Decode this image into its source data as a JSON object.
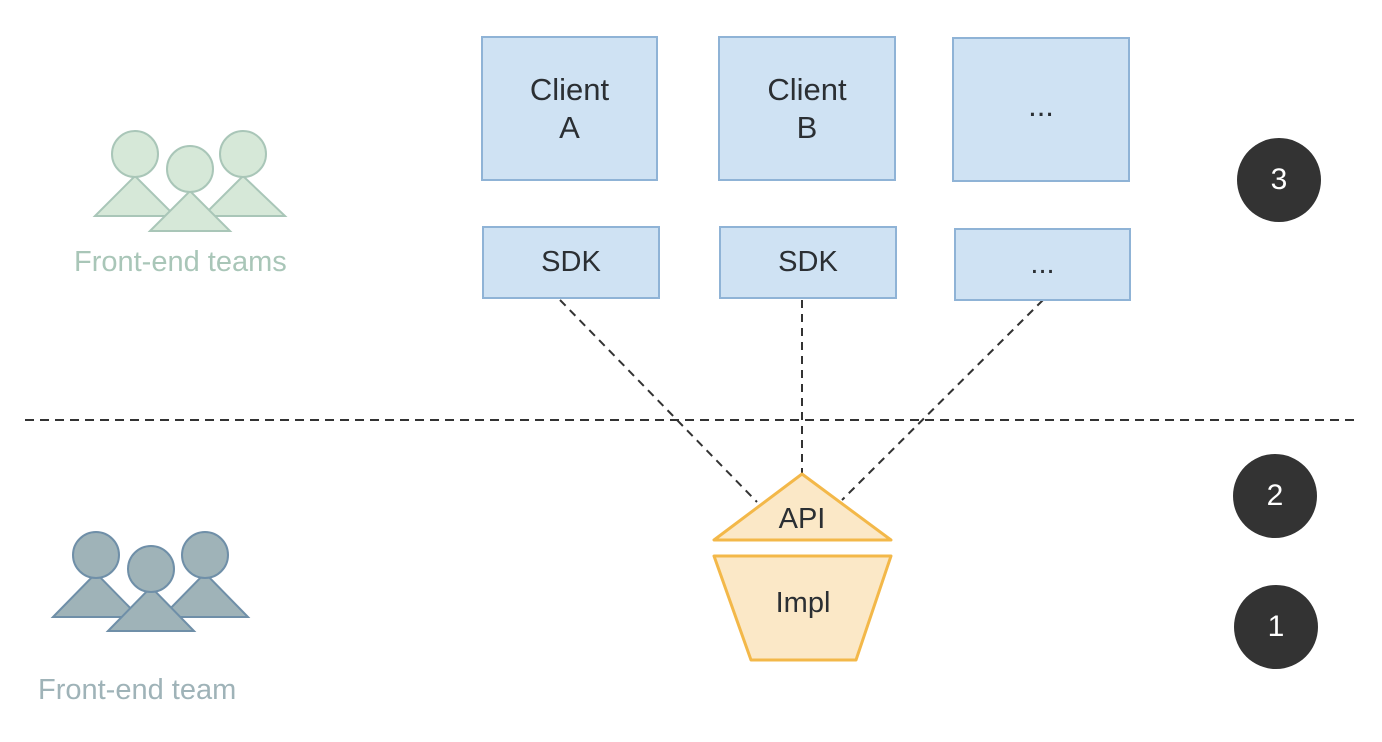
{
  "colors": {
    "box_fill": "#cfe2f3",
    "box_border": "#8fb3d6",
    "front_end_teams": "#a9c6b8",
    "front_end_team": "#9fb3b8",
    "api_fill": "#fbe8c7",
    "api_border": "#f3b849",
    "badge": "#333333"
  },
  "clients": [
    {
      "label": "Client\nA"
    },
    {
      "label": "Client\nB"
    },
    {
      "label": "..."
    }
  ],
  "sdks": [
    {
      "label": "SDK"
    },
    {
      "label": "SDK"
    },
    {
      "label": "..."
    }
  ],
  "teams": {
    "top_label": "Front-end teams",
    "bottom_label": "Front-end team"
  },
  "api": {
    "label": "API"
  },
  "impl": {
    "label": "Impl"
  },
  "badges": [
    "3",
    "2",
    "1"
  ]
}
